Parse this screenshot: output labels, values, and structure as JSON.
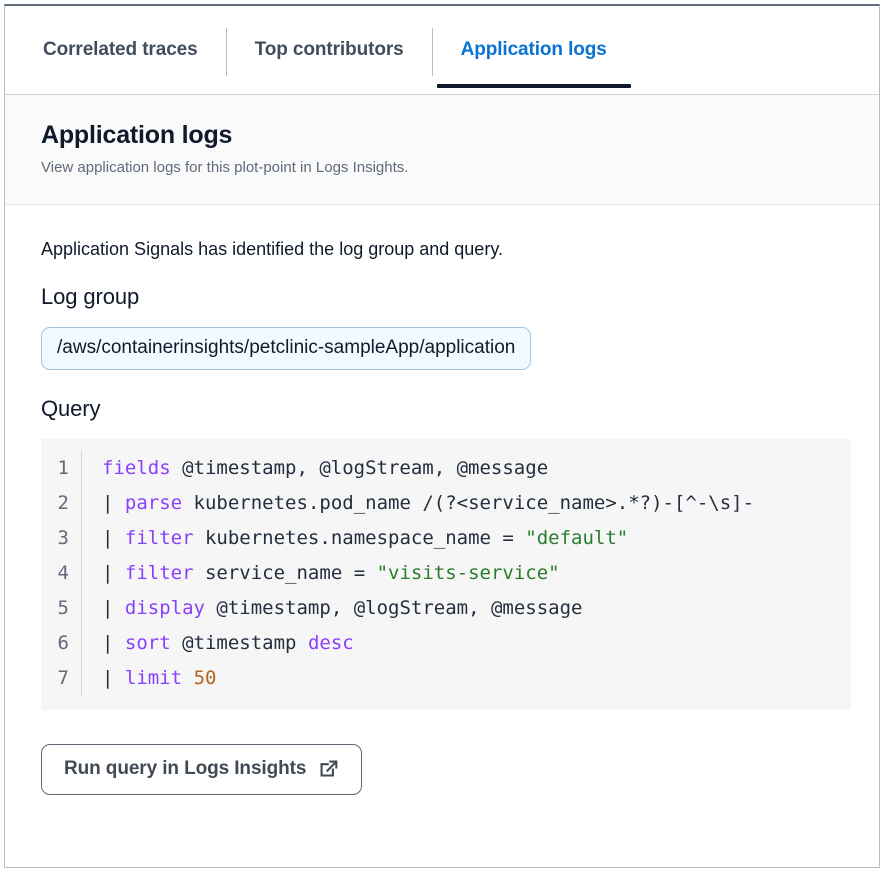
{
  "tabs": [
    {
      "label": "Correlated traces",
      "active": false
    },
    {
      "label": "Top contributors",
      "active": false
    },
    {
      "label": "Application logs",
      "active": true
    }
  ],
  "section": {
    "title": "Application logs",
    "description": "View application logs for this plot-point in Logs Insights."
  },
  "content": {
    "intro": "Application Signals has identified the log group and query.",
    "log_group_label": "Log group",
    "log_group_value": "/aws/containerinsights/petclinic-sampleApp/application",
    "query_label": "Query"
  },
  "query": {
    "lines": [
      {
        "n": "1",
        "pipe": "",
        "keyword": "fields",
        "rest": " @timestamp, @logStream, @message"
      },
      {
        "n": "2",
        "pipe": "|",
        "keyword": "parse",
        "rest": " kubernetes.pod_name /(?<service_name>.*?)-[^-\\s]-"
      },
      {
        "n": "3",
        "pipe": "|",
        "keyword": "filter",
        "rest": " kubernetes.namespace_name = ",
        "string": "\"default\""
      },
      {
        "n": "4",
        "pipe": "|",
        "keyword": "filter",
        "rest": " service_name = ",
        "string": "\"visits-service\""
      },
      {
        "n": "5",
        "pipe": "|",
        "keyword": "display",
        "rest": " @timestamp, @logStream, @message"
      },
      {
        "n": "6",
        "pipe": "|",
        "keyword": "sort",
        "rest": " @timestamp ",
        "keyword2": "desc"
      },
      {
        "n": "7",
        "pipe": "|",
        "keyword": "limit",
        "rest": " ",
        "number": "50"
      }
    ]
  },
  "actions": {
    "run_query_label": "Run query in Logs Insights"
  },
  "colors": {
    "accent_link": "#0972d3",
    "active_tab_underline": "#0f1b2a",
    "keyword": "#8a3ffc",
    "string": "#2a7d2a",
    "number": "#b5651d",
    "log_group_bg": "#f0fbff",
    "log_group_border": "#a0c4dd",
    "code_bg": "#f6f6f6"
  }
}
